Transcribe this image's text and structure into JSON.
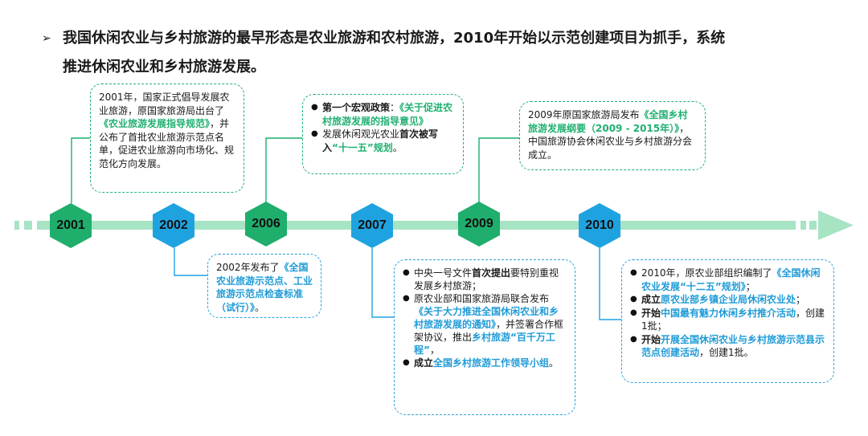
{
  "heading": {
    "bullet": "➢",
    "line1": "我国休闲农业与乡村旅游的最早形态是农业旅游和农村旅游，2010年开始以示范创建项目为抓手，系统",
    "line2": "推进休闲农业和乡村旅游发展。"
  },
  "colors": {
    "green": "#1fae6c",
    "blue": "#1fa3e0",
    "arrow": "#a6e4c4"
  },
  "years": [
    "2001",
    "2002",
    "2006",
    "2007",
    "2009",
    "2010"
  ],
  "notes": {
    "n2001": {
      "a": "2001年，国家正式倡导发展农业旅游，原国家旅游局出台了",
      "b": "《农业旅游发展指导规范》",
      "c": "，并公布了首批农业旅游示范点名单，促进农业旅游向市场化、规范化方向发展。"
    },
    "n2002": {
      "a": "2002年发布了",
      "b": "《全国农业旅游示范点、工业旅游示范点检查标准（试行）》",
      "c": "。"
    },
    "n2006": {
      "i1": {
        "a": "第一个宏观政策",
        "b": "：",
        "c": "《关于促进农村旅游发展的指导意见》"
      },
      "i2": {
        "a": "发展休闲观光农业",
        "b": "首次被写入",
        "c": "“十一五”规划",
        "d": "。"
      }
    },
    "n2007": {
      "i1": {
        "a": "中央一号文件",
        "b": "首次提出",
        "c": "要特别重视发展乡村旅游；"
      },
      "i2": {
        "a": "原农业部和国家旅游局联合发布",
        "b": "《关于大力推进全国休闲农业和乡村旅游发展的通知》",
        "c": "，并签署合作框架协议，推出",
        "d": "乡村旅游“百千万工程”",
        "e": "，"
      },
      "i3": {
        "a": "成立",
        "b": "全国乡村旅游工作领导小组",
        "c": "。"
      }
    },
    "n2009": {
      "a": "2009年原国家旅游局发布",
      "b": "《全国乡村旅游发展纲要（2009 - 2015年）》",
      "c": "，中国旅游协会休闲农业与乡村旅游分会成立。"
    },
    "n2010": {
      "i1": {
        "a": "2010年，原农业部组织编制了",
        "b": "《全国休闲农业发展“十二五”规划》",
        "c": "；"
      },
      "i2": {
        "a": "成立",
        "b": "原农业部乡镇企业局休闲农业处",
        "c": "；"
      },
      "i3": {
        "a": "开始",
        "b": "中国最有魅力休闲乡村推介活动",
        "c": "，创建1批；"
      },
      "i4": {
        "a": "开始",
        "b": "开展全国休闲农业与乡村旅游示范县示范点创建活动",
        "c": "，创建1批。"
      }
    }
  }
}
